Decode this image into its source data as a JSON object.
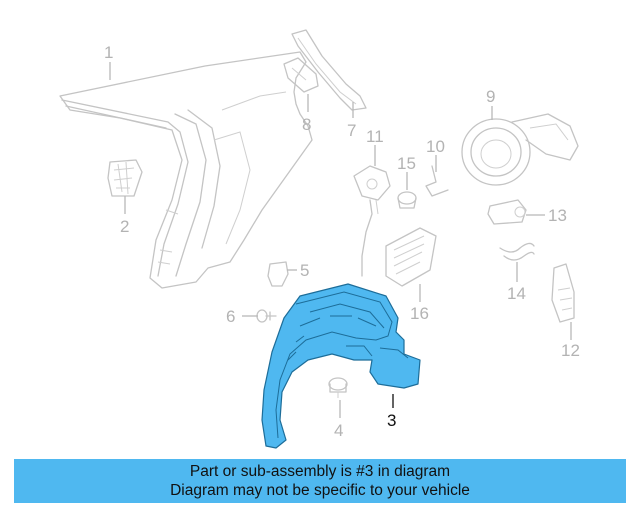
{
  "callouts": {
    "c1": "1",
    "c2": "2",
    "c3": "3",
    "c4": "4",
    "c5": "5",
    "c6": "6",
    "c7": "7",
    "c8": "8",
    "c9": "9",
    "c10": "10",
    "c11": "11",
    "c12": "12",
    "c13": "13",
    "c14": "14",
    "c15": "15",
    "c16": "16"
  },
  "banner": {
    "line1": "Part or sub-assembly is #3 in diagram",
    "line2": "Diagram may not be specific to your vehicle"
  },
  "colors": {
    "highlight": "#4fb8f0",
    "outline": "#c4c4c4",
    "callout_inactive": "#b3b3b3",
    "callout_active": "#111111"
  }
}
